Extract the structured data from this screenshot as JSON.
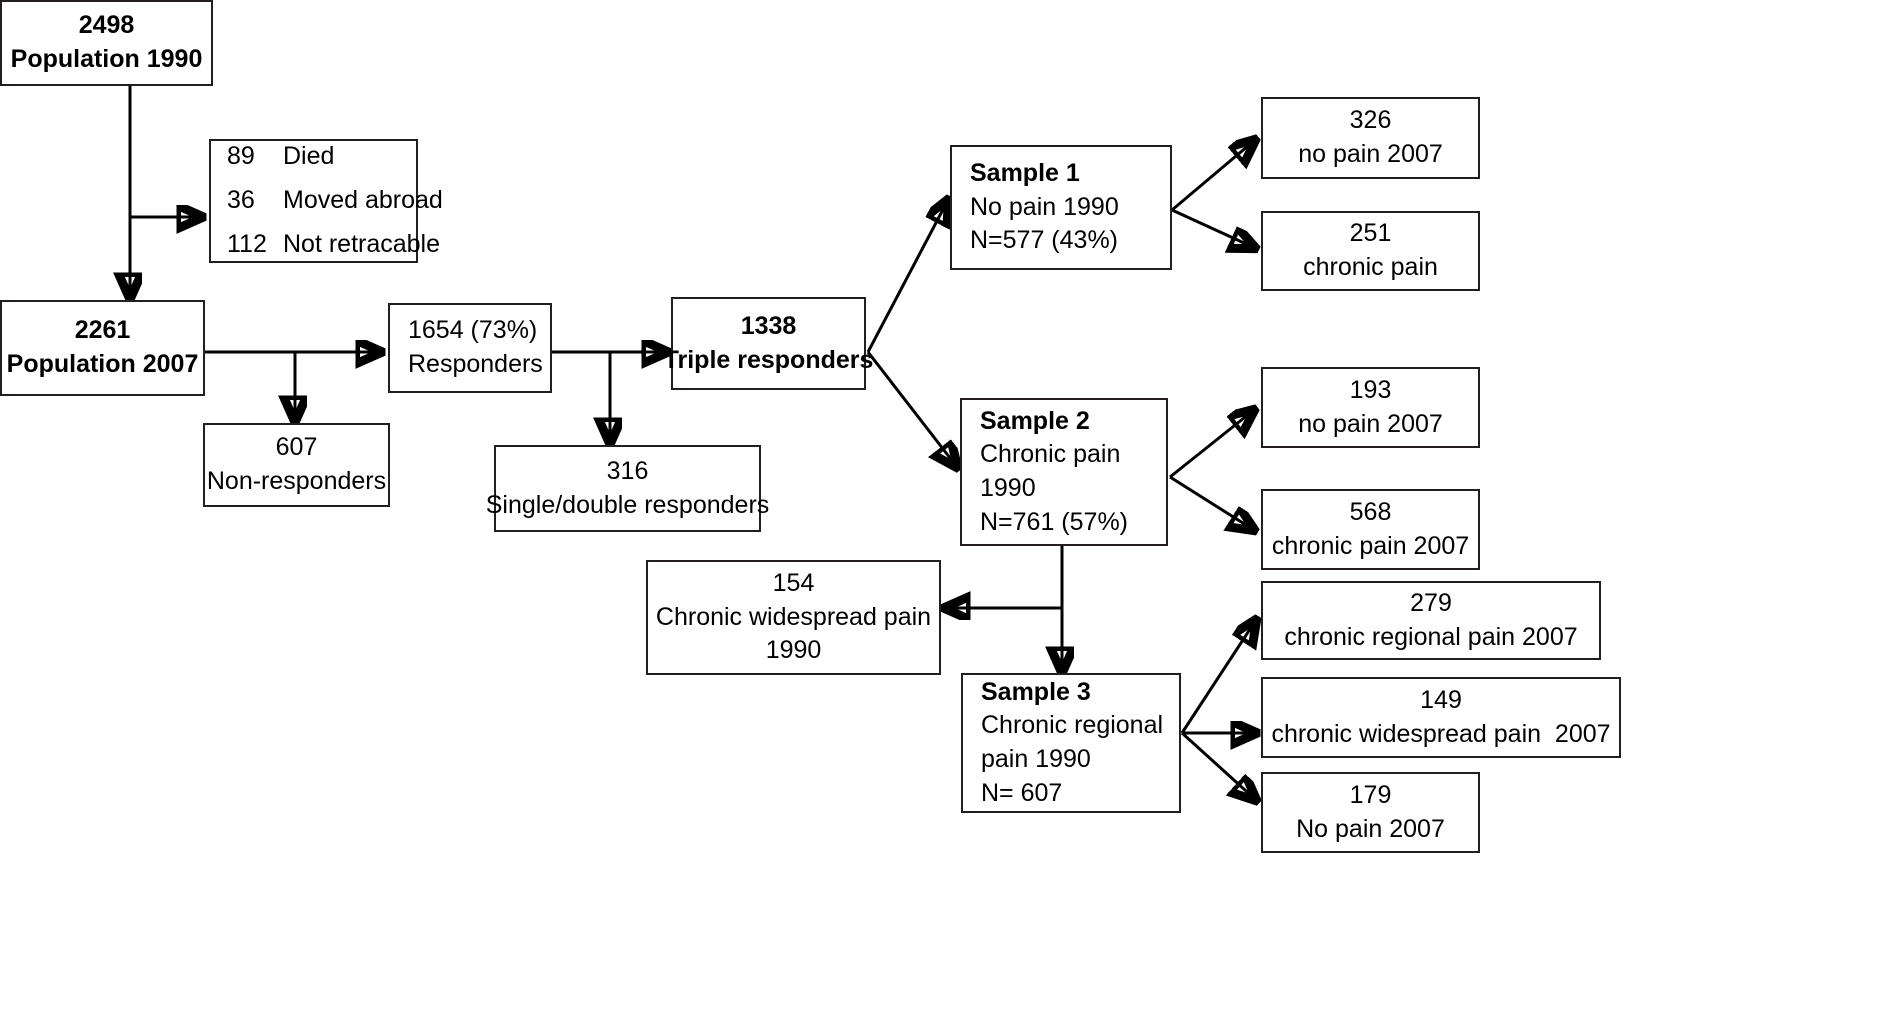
{
  "diagram": {
    "title": "Study population flow chart",
    "type": "flowchart",
    "nodes": {
      "pop1990": {
        "l1": "2498",
        "l2": "Population 1990"
      },
      "losses": {
        "r1n": "89",
        "r1t": "Died",
        "r2n": "36",
        "r2t": "Moved abroad",
        "r3n": "112",
        "r3t": "Not retracable"
      },
      "pop2007": {
        "l1": "2261",
        "l2": "Population 2007"
      },
      "nonresponders": {
        "l1": "607",
        "l2": "Non-responders"
      },
      "responders": {
        "l1": "1654 (73%)",
        "l2": "Responders"
      },
      "singledouble": {
        "l1": "316",
        "l2": "Single/double responders"
      },
      "triple": {
        "l1": "1338",
        "l2": "Triple responders"
      },
      "sample1": {
        "l1": "Sample 1",
        "l2": "No pain 1990",
        "l3": "N=577 (43%)"
      },
      "s1_nopain": {
        "l1": "326",
        "l2": "no pain 2007"
      },
      "s1_chronic": {
        "l1": "251",
        "l2": "chronic pain"
      },
      "sample2": {
        "l1": "Sample 2",
        "l2": "Chronic pain",
        "l3": "1990",
        "l4": "N=761 (57%)"
      },
      "s2_nopain": {
        "l1": "193",
        "l2": "no pain 2007"
      },
      "s2_chronic": {
        "l1": "568",
        "l2": "chronic pain 2007"
      },
      "cwp1990": {
        "l1": "154",
        "l2": "Chronic widespread pain",
        "l3": "1990"
      },
      "sample3": {
        "l1": "Sample 3",
        "l2": "Chronic regional",
        "l3": "pain 1990",
        "l4": "N= 607"
      },
      "s3_crp": {
        "l1": "279",
        "l2": "chronic regional pain 2007"
      },
      "s3_cwp": {
        "l1": "149",
        "l2": "chronic widespread pain  2007"
      },
      "s3_nopain": {
        "l1": "179",
        "l2": "No pain 2007"
      }
    }
  }
}
